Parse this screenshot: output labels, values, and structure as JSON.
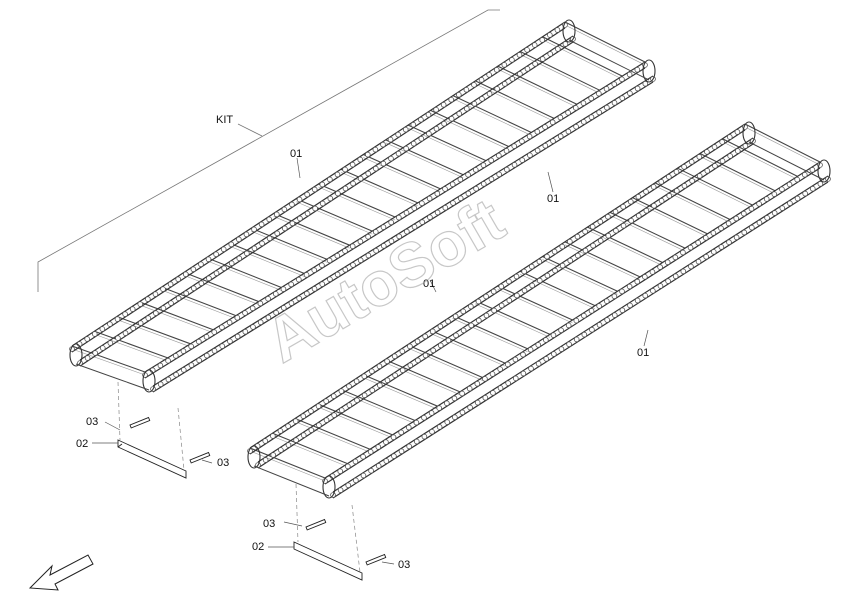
{
  "labels": {
    "kit": "KIT",
    "chain_1": "01",
    "chain_2": "01",
    "chain_3": "01",
    "chain_4": "01",
    "pin_a": "03",
    "plate_a": "02",
    "pin_b": "03",
    "pin_c": "03",
    "plate_b": "02",
    "pin_d": "03"
  },
  "watermark": "AutoSoft",
  "colors": {
    "line": "#222222",
    "link": "#555555",
    "leader": "#777777",
    "watermark": "#9a9a9a"
  },
  "icons": {
    "direction": "arrow-down-left-icon"
  }
}
